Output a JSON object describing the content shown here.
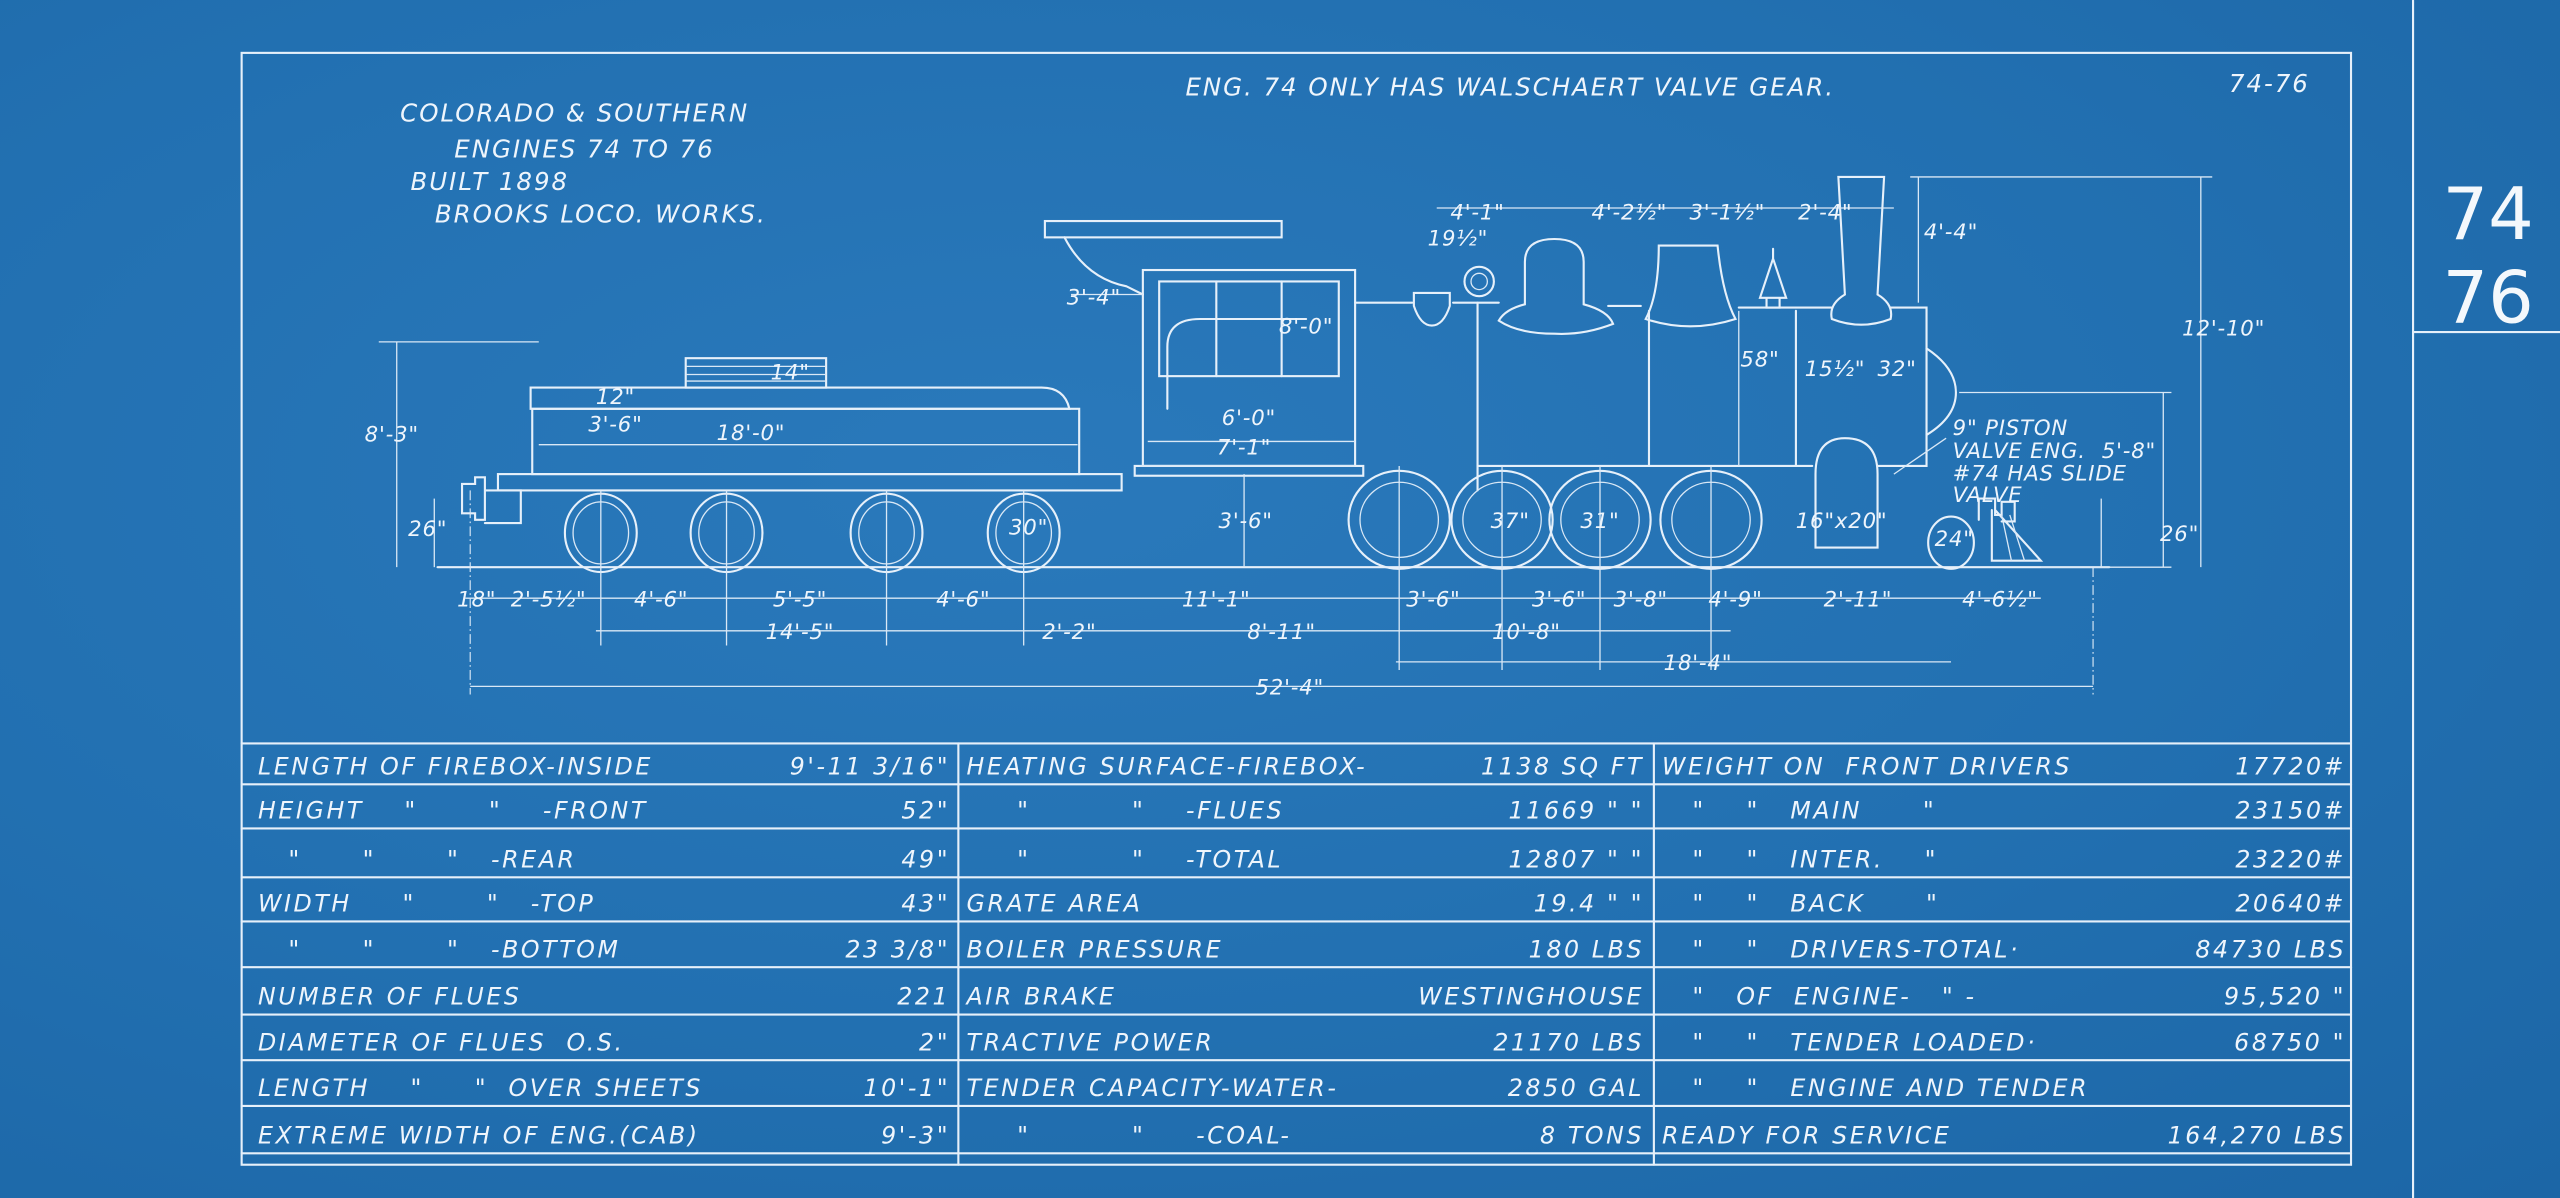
{
  "header": {
    "title_lines": [
      "COLORADO & SOUTHERN",
      "ENGINES 74 TO 76",
      "BUILT 1898",
      "BROOKS LOCO. WORKS."
    ],
    "note": "ENG. 74 ONLY HAS WALSCHAERT VALVE GEAR.",
    "sheet_number": "74-76"
  },
  "side_tab": {
    "top": "74",
    "bottom": "76"
  },
  "drawing": {
    "dimensions": [
      "8'-3\"",
      "26\"",
      "14\"",
      "12\"",
      "3'-6\"",
      "18'-0\"",
      "3'-4\"",
      "8'-0\"",
      "6'-0\"",
      "7'-1\"",
      "3'-6\"",
      "19½\"",
      "4'-1\"",
      "4'-2½\"",
      "3'-1½\"",
      "2'-4\"",
      "4'-4\"",
      "12'-10\"",
      "58\"",
      "15½\"",
      "32\"",
      "5'-8\"",
      "26\"",
      "16\"x20\"",
      "24\"",
      "37\"",
      "31\"",
      "30\"",
      "18\"",
      "2'-5½\"",
      "4'-6\"",
      "5'-5\"",
      "4'-6\"",
      "11'-1\"",
      "3'-6\"",
      "3'-6\"",
      "3'-8\"",
      "4'-9\"",
      "2'-11\"",
      "4'-6½\"",
      "14'-5\"",
      "2'-2\"",
      "8'-11\"",
      "10'-8\"",
      "18'-4\"",
      "52'-4\""
    ],
    "valve_note": [
      "9\" PISTON",
      "VALVE ENG.",
      "#74 HAS SLIDE",
      "VALVE"
    ]
  },
  "specs": {
    "columns": [
      [
        {
          "label": "LENGTH OF FIREBOX-INSIDE",
          "value": "9'-11 3/16\""
        },
        {
          "label": "HEIGHT    \"       \"    -FRONT",
          "value": "52\""
        },
        {
          "label": "   \"      \"       \"   -REAR",
          "value": "49\""
        },
        {
          "label": "WIDTH     \"       \"   -TOP",
          "value": "43\""
        },
        {
          "label": "   \"      \"       \"   -BOTTOM",
          "value": "23 3/8\""
        },
        {
          "label": "NUMBER OF FLUES",
          "value": "221"
        },
        {
          "label": "DIAMETER OF FLUES  O.S.",
          "value": "2\""
        },
        {
          "label": "LENGTH    \"     \"  OVER SHEETS",
          "value": "10'-1\""
        },
        {
          "label": "EXTREME WIDTH OF ENG.(CAB)",
          "value": "9'-3\""
        }
      ],
      [
        {
          "label": "HEATING SURFACE-FIREBOX-",
          "value": "1138 SQ FT"
        },
        {
          "label": "     \"          \"    -FLUES",
          "value": "11669 \" \""
        },
        {
          "label": "     \"          \"    -TOTAL",
          "value": "12807 \" \""
        },
        {
          "label": "GRATE AREA",
          "value": "19.4 \" \""
        },
        {
          "label": "BOILER PRESSURE",
          "value": "180 LBS"
        },
        {
          "label": "AIR BRAKE",
          "value": "WESTINGHOUSE"
        },
        {
          "label": "TRACTIVE POWER",
          "value": "21170 LBS"
        },
        {
          "label": "TENDER CAPACITY-WATER-",
          "value": "2850 GAL"
        },
        {
          "label": "     \"          \"     -COAL-",
          "value": "8 TONS"
        }
      ],
      [
        {
          "label": "WEIGHT ON  FRONT DRIVERS",
          "value": "17720#"
        },
        {
          "label": "   \"    \"   MAIN      \"",
          "value": "23150#"
        },
        {
          "label": "   \"    \"   INTER.    \"",
          "value": "23220#"
        },
        {
          "label": "   \"    \"   BACK      \"",
          "value": "20640#"
        },
        {
          "label": "   \"    \"   DRIVERS-TOTAL·",
          "value": "84730 LBS"
        },
        {
          "label": "   \"   OF  ENGINE-   \" -",
          "value": "95,520 \""
        },
        {
          "label": "   \"    \"   TENDER LOADED·",
          "value": "68750 \""
        },
        {
          "label": "   \"    \"   ENGINE AND TENDER",
          "value": ""
        },
        {
          "label": "READY FOR SERVICE",
          "value": "164,270 LBS"
        }
      ]
    ]
  },
  "colors": {
    "paper": "#2371b3",
    "ink": "#eef5fc"
  }
}
